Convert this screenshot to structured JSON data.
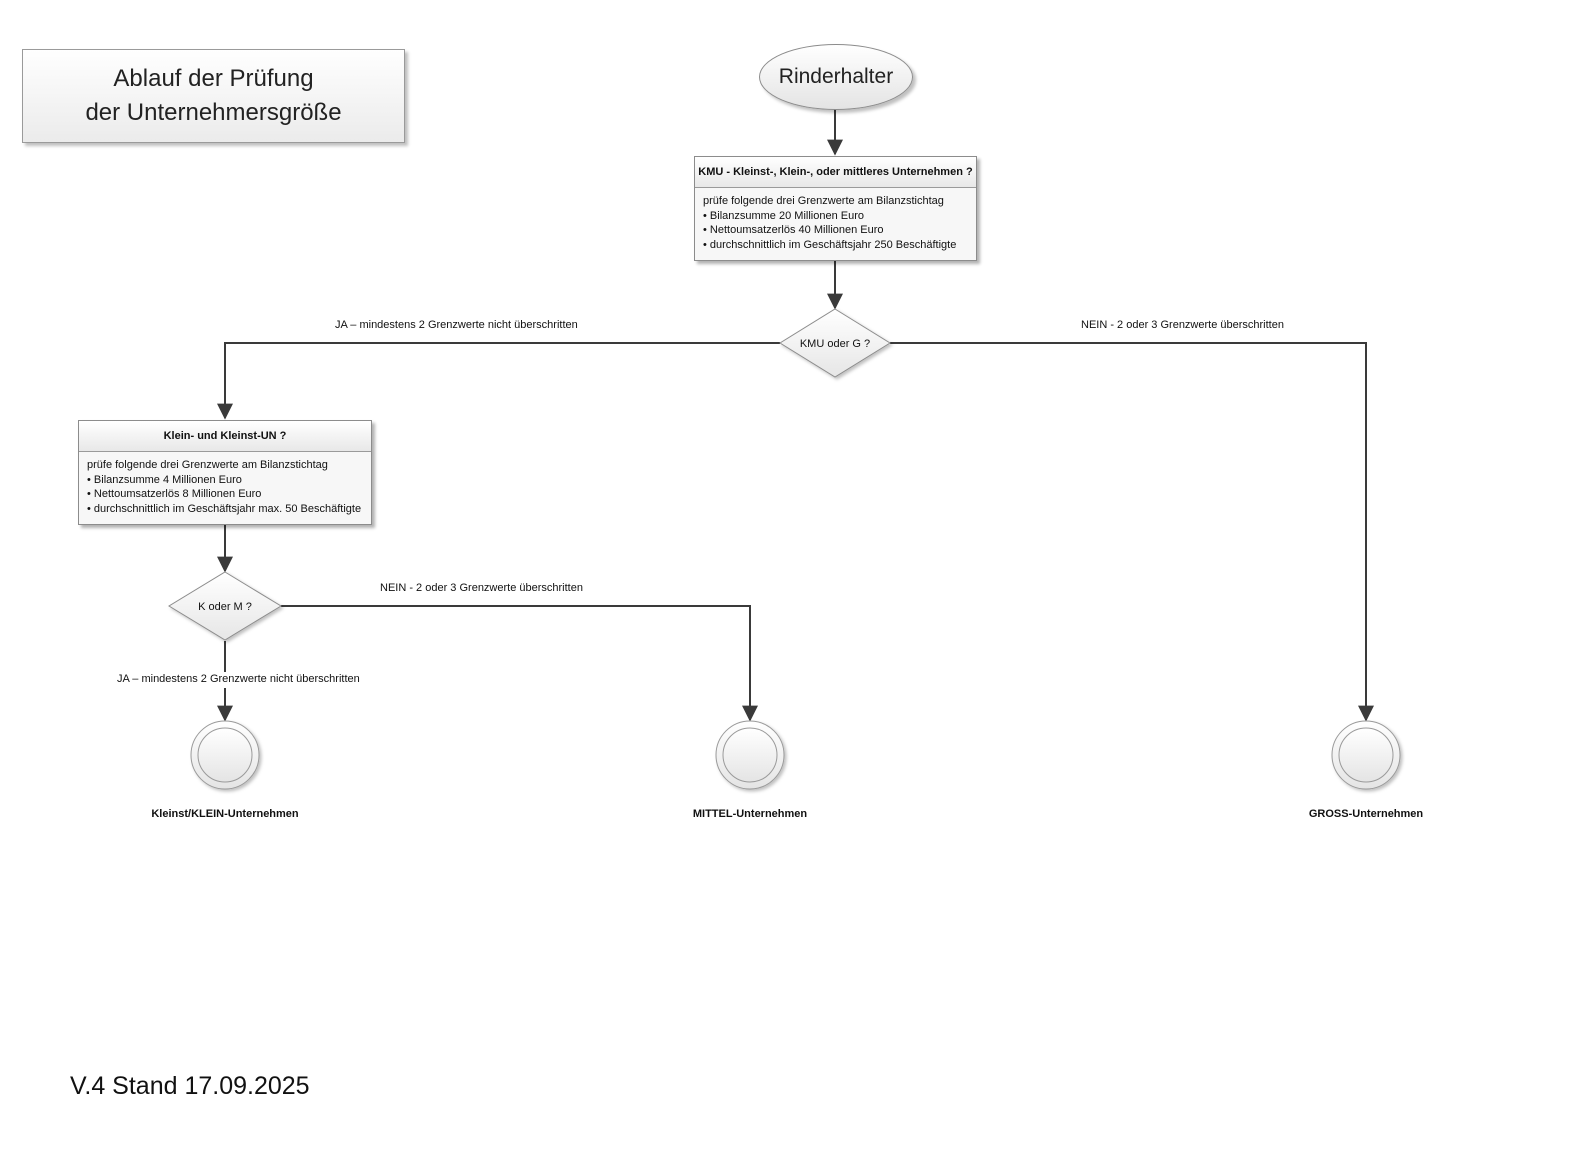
{
  "title": {
    "line1": "Ablauf der Prüfung",
    "line2": "der Unternehmersgröße"
  },
  "start": {
    "label": "Rinderhalter"
  },
  "kmu_box": {
    "header": "KMU - Kleinst-, Klein-, oder mittleres Unternehmen ?",
    "intro": "prüfe folgende drei Grenzwerte am Bilanzstichtag",
    "items": [
      "• Bilanzsumme 20 Millionen Euro",
      "• Nettoumsatzerlös 40 Millionen Euro",
      "• durchschnittlich im Geschäftsjahr 250 Beschäftigte"
    ]
  },
  "decision_kmu": {
    "label": "KMU oder G ?"
  },
  "edge_kmu_yes": "JA – mindestens 2 Grenzwerte nicht überschritten",
  "edge_kmu_no": "NEIN - 2 oder 3 Grenzwerte überschritten",
  "klein_box": {
    "header": "Klein- und Kleinst-UN ?",
    "intro": "prüfe folgende drei Grenzwerte am Bilanzstichtag",
    "items": [
      "• Bilanzsumme 4 Millionen Euro",
      "• Nettoumsatzerlös 8 Millionen Euro",
      "• durchschnittlich im Geschäftsjahr max. 50 Beschäftigte"
    ]
  },
  "decision_km": {
    "label": "K oder M ?"
  },
  "edge_km_no": "NEIN - 2 oder 3 Grenzwerte überschritten",
  "edge_km_yes": "JA – mindestens 2 Grenzwerte nicht überschritten",
  "ends": {
    "klein": "Kleinst/KLEIN-Unternehmen",
    "mittel": "MITTEL-Unternehmen",
    "gross": "GROSS-Unternehmen"
  },
  "version": "V.4 Stand 17.09.2025"
}
